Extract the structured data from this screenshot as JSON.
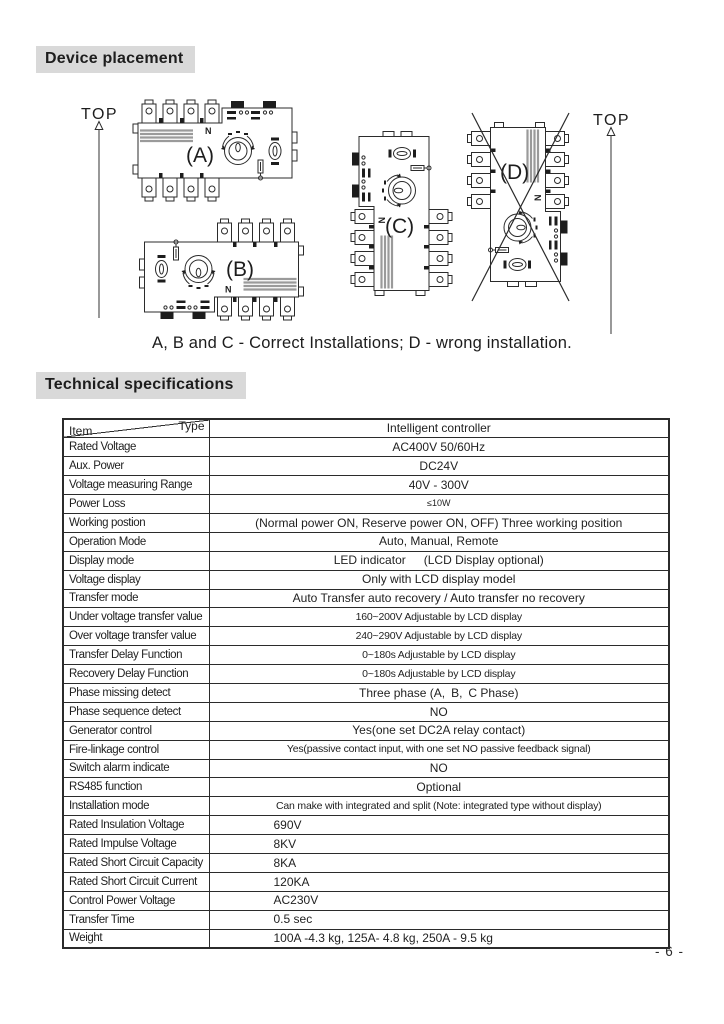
{
  "device_placement": {
    "title": "Device placement",
    "top_left": "TOP",
    "top_right": "TOP",
    "neutral_marker": "N",
    "devices": [
      {
        "label": "(A)",
        "status": "correct"
      },
      {
        "label": "(B)",
        "status": "correct"
      },
      {
        "label": "(C)",
        "status": "correct"
      },
      {
        "label": "(D)",
        "status": "wrong"
      }
    ],
    "caption": "A, B and C - Correct Installations; D - wrong installation."
  },
  "technical_specifications": {
    "title": "Technical specifications",
    "table": {
      "header": {
        "item": "Item",
        "type": "Type",
        "value": "Intelligent controller"
      },
      "rows": [
        {
          "item": "Rated Voltage",
          "value": "AC400V 50/60Hz",
          "align": "center",
          "size": "normal"
        },
        {
          "item": "Aux. Power",
          "value": "DC24V",
          "align": "center",
          "size": "normal"
        },
        {
          "item": "Voltage measuring Range",
          "value": "40V - 300V",
          "align": "center",
          "size": "normal"
        },
        {
          "item": "Power Loss",
          "value": "≤10W",
          "align": "center",
          "size": "tiny"
        },
        {
          "item": "Working postion",
          "value": "(Normal power ON, Reserve power ON, OFF) Three working position",
          "align": "center",
          "size": "normal"
        },
        {
          "item": "Operation Mode",
          "value": "Auto, Manual, Remote",
          "align": "center",
          "size": "normal"
        },
        {
          "item": "Display mode",
          "value": "LED indicator  (LCD Display optional)",
          "align": "center",
          "size": "normal"
        },
        {
          "item": "Voltage display",
          "value": "Only with LCD display model",
          "align": "center",
          "size": "normal"
        },
        {
          "item": "Transfer mode",
          "value": "Auto Transfer auto recovery / Auto transfer no recovery",
          "align": "center",
          "size": "normal"
        },
        {
          "item": "Under voltage transfer value",
          "value": "160~200V Adjustable by LCD display",
          "align": "center",
          "size": "condensed"
        },
        {
          "item": "Over voltage transfer value",
          "value": "240~290V Adjustable by LCD display",
          "align": "center",
          "size": "condensed"
        },
        {
          "item": "Transfer Delay Function",
          "value": "0~180s Adjustable by LCD display",
          "align": "center",
          "size": "condensed"
        },
        {
          "item": "Recovery Delay Function",
          "value": "0~180s Adjustable by LCD display",
          "align": "center",
          "size": "condensed"
        },
        {
          "item": "Phase missing detect",
          "value": "Three phase (A, B, C Phase)",
          "align": "center",
          "size": "normal"
        },
        {
          "item": "Phase sequence detect",
          "value": "NO",
          "align": "center",
          "size": "normal"
        },
        {
          "item": "Generator control",
          "value": "Yes(one set DC2A relay contact)",
          "align": "center",
          "size": "normal"
        },
        {
          "item": "Fire-linkage control",
          "value": "Yes(passive contact input, with one set NO passive feedback signal)",
          "align": "center",
          "size": "condensed"
        },
        {
          "item": "Switch alarm indicate",
          "value": "NO",
          "align": "center",
          "size": "normal"
        },
        {
          "item": "RS485 function",
          "value": "Optional",
          "align": "center",
          "size": "normal"
        },
        {
          "item": "Installation mode",
          "value": "Can make with integrated and split (Note: integrated type without display)",
          "align": "center",
          "size": "condensed"
        },
        {
          "item": "Rated Insulation Voltage",
          "value": "690V",
          "align": "left",
          "size": "normal"
        },
        {
          "item": "Rated Impulse Voltage",
          "value": "8KV",
          "align": "left",
          "size": "normal"
        },
        {
          "item": "Rated Short Circuit Capacity",
          "value": "8KA",
          "align": "left",
          "size": "normal"
        },
        {
          "item": "Rated Short Circuit Current",
          "value": "120KA",
          "align": "left",
          "size": "normal"
        },
        {
          "item": "Control Power Voltage",
          "value": "AC230V",
          "align": "left",
          "size": "normal"
        },
        {
          "item": "Transfer Time",
          "value": "0.5 sec",
          "align": "left",
          "size": "normal"
        },
        {
          "item": "Weight",
          "value": "100A -4.3 kg, 125A- 4.8 kg, 250A - 9.5 kg",
          "align": "left",
          "size": "normal"
        }
      ]
    }
  },
  "page": {
    "number": "- 6 -"
  },
  "colors": {
    "heading_bg": "#d9d9d9",
    "text": "#1f1f1f",
    "table_border": "#2b2b2b",
    "stripe_gray": "#9a9a9a"
  }
}
